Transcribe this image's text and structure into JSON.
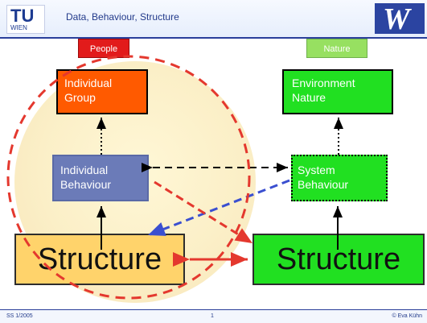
{
  "header": {
    "title": "Data, Behaviour, Structure",
    "logo_left_main": "TU",
    "logo_left_sub": "WIEN",
    "logo_right": "W"
  },
  "labels": {
    "people": "People",
    "nature": "Nature"
  },
  "boxes": {
    "individual_group": [
      "Individual",
      "Group"
    ],
    "environment_nature": [
      "Environment",
      "Nature"
    ],
    "individual_behaviour": [
      "Individual",
      "Behaviour"
    ],
    "system_behaviour": [
      "System",
      "Behaviour"
    ],
    "structure_left": "Structure",
    "structure_right": "Structure"
  },
  "footer": {
    "left": "SS 1/2005",
    "page": "1",
    "right": "© Eva Kühn"
  },
  "colors": {
    "people": "#e21b1b",
    "nature": "#97e061",
    "orange": "#ff5a00",
    "green": "#21e021",
    "slate": "#6b7bb8",
    "structure_left": "#ffd36b",
    "red_arrow": "#e4382e",
    "blue_arrow": "#3a4fd0"
  }
}
